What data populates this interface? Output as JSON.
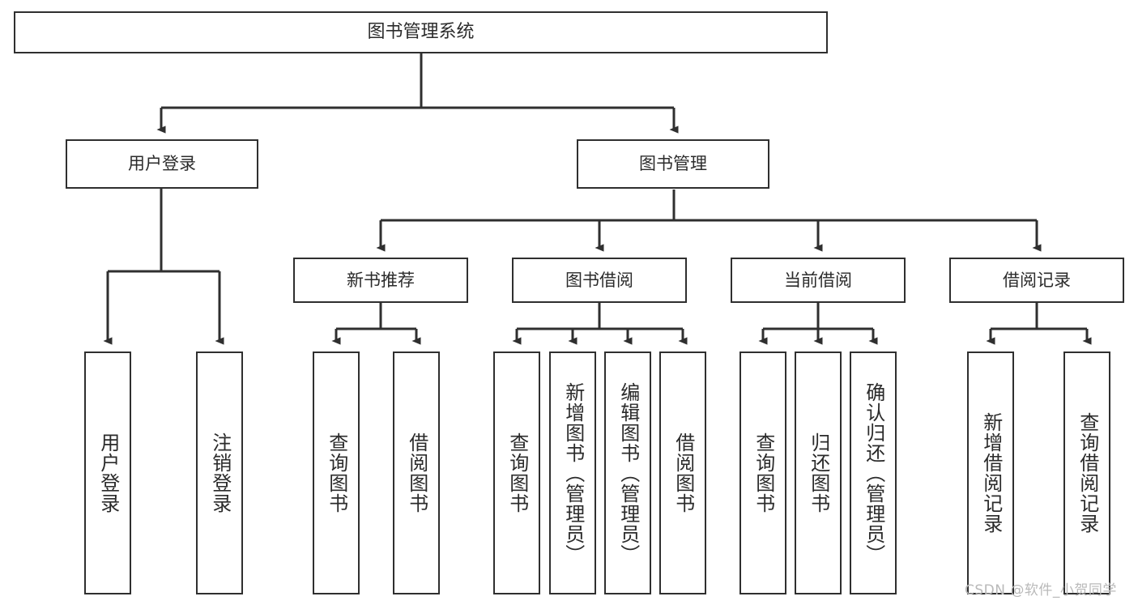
{
  "diagram": {
    "title": "图书管理系统",
    "type": "tree",
    "root": {
      "id": "root",
      "label": "图书管理系统"
    },
    "level1": [
      {
        "id": "login",
        "label": "用户登录"
      },
      {
        "id": "bookmgmt",
        "label": "图书管理"
      }
    ],
    "level2": [
      {
        "id": "newbook",
        "label": "新书推荐",
        "parent": "bookmgmt"
      },
      {
        "id": "borrow",
        "label": "图书借阅",
        "parent": "bookmgmt"
      },
      {
        "id": "current",
        "label": "当前借阅",
        "parent": "bookmgmt"
      },
      {
        "id": "record",
        "label": "借阅记录",
        "parent": "bookmgmt"
      }
    ],
    "leaves": [
      {
        "id": "leaf-user-login",
        "label": "用户登录",
        "parent": "login"
      },
      {
        "id": "leaf-logout",
        "label": "注销登录",
        "parent": "login"
      },
      {
        "id": "leaf-query-book-1",
        "label": "查询图书",
        "parent": "newbook"
      },
      {
        "id": "leaf-borrow-book-1",
        "label": "借阅图书",
        "parent": "newbook"
      },
      {
        "id": "leaf-query-book-2",
        "label": "查询图书",
        "parent": "borrow"
      },
      {
        "id": "leaf-add-book",
        "label": "新增图书（管理员）",
        "parent": "borrow"
      },
      {
        "id": "leaf-edit-book",
        "label": "编辑图书（管理员）",
        "parent": "borrow"
      },
      {
        "id": "leaf-borrow-book-2",
        "label": "借阅图书",
        "parent": "borrow"
      },
      {
        "id": "leaf-query-book-3",
        "label": "查询图书",
        "parent": "current"
      },
      {
        "id": "leaf-return-book",
        "label": "归还图书",
        "parent": "current"
      },
      {
        "id": "leaf-confirm-return",
        "label": "确认归还（管理员）",
        "parent": "current"
      },
      {
        "id": "leaf-add-record",
        "label": "新增借阅记录",
        "parent": "record"
      },
      {
        "id": "leaf-query-record",
        "label": "查询借阅记录",
        "parent": "record"
      }
    ],
    "colors": {
      "box_border": "#2f2f2f",
      "box_fill": "#ffffff",
      "connector": "#2f2f2f",
      "text": "#2b2b2b",
      "watermark": "#b9b9b9"
    }
  },
  "watermark": {
    "text": "CSDN @软件_小贺同学"
  }
}
